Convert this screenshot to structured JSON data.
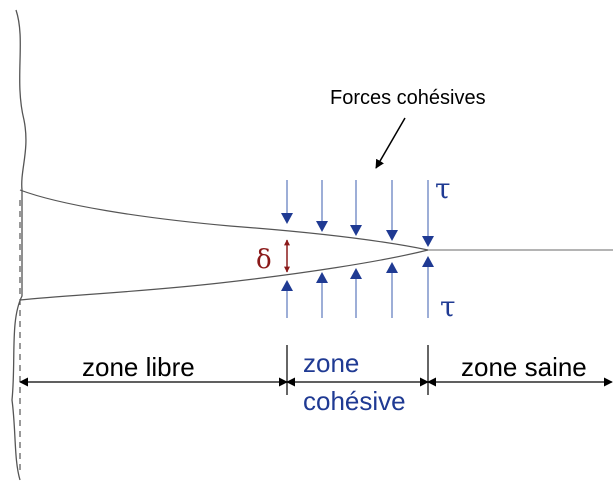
{
  "annotation": "Forces cohésives",
  "symbols": {
    "opening": "δ",
    "stress_top": "τ",
    "stress_bottom": "τ"
  },
  "zones": {
    "free": "zone libre",
    "cohesive_line1": "zone",
    "cohesive_line2": "cohésive",
    "sound": "zone saine"
  },
  "colors": {
    "line": "#555555",
    "blue": "#1f3a93",
    "light_blue": "#8fa8d8",
    "dark_red": "#8b1a1a",
    "black": "#000000"
  }
}
